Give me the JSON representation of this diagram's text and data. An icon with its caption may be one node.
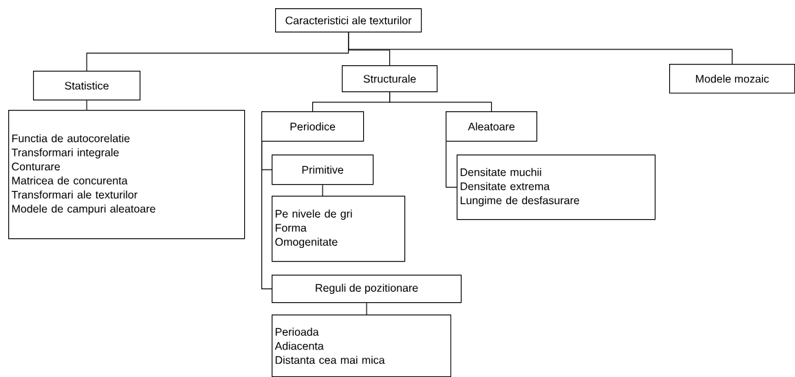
{
  "diagram": {
    "nodes": [
      {
        "text": [
          "Caracteristici ale texturilor"
        ]
      },
      {
        "text": [
          "Statistice"
        ]
      },
      {
        "text": [
          "Structurale"
        ]
      },
      {
        "text": [
          "Modele mozaic"
        ]
      },
      {
        "text": [
          "Functia de autocorelatie",
          "Transformari integrale",
          "Conturare",
          "Matricea de concurenta",
          "Transformari ale texturilor",
          "Modele de campuri aleatoare"
        ]
      },
      {
        "text": [
          "Periodice"
        ]
      },
      {
        "text": [
          "Aleatoare"
        ]
      },
      {
        "text": [
          "Primitive"
        ]
      },
      {
        "text": [
          "Pe nivele de gri",
          "Forma",
          "Omogenitate"
        ]
      },
      {
        "text": [
          "Reguli de pozitionare"
        ]
      },
      {
        "text": [
          "Perioada",
          "Adiacenta",
          "Distanta cea mai mica"
        ]
      },
      {
        "text": [
          "Densitate muchii",
          "Densitate extrema",
          "Lungime de desfasurare"
        ]
      }
    ],
    "edges": [
      {
        "from": 0,
        "to": 1,
        "arrow": "none"
      },
      {
        "from": 0,
        "to": 2,
        "arrow": "none"
      },
      {
        "from": 0,
        "to": 3,
        "arrow": "none"
      },
      {
        "from": 1,
        "to": 4,
        "arrow": "none"
      },
      {
        "from": 2,
        "to": 5,
        "arrow": "none"
      },
      {
        "from": 2,
        "to": 6,
        "arrow": "none"
      },
      {
        "from": 5,
        "to": 7,
        "arrow": "none"
      },
      {
        "from": 7,
        "to": 8,
        "arrow": "none"
      },
      {
        "from": 5,
        "to": 9,
        "arrow": "none"
      },
      {
        "from": 9,
        "to": 10,
        "arrow": "none"
      },
      {
        "from": 6,
        "to": 11,
        "arrow": "none"
      }
    ]
  }
}
